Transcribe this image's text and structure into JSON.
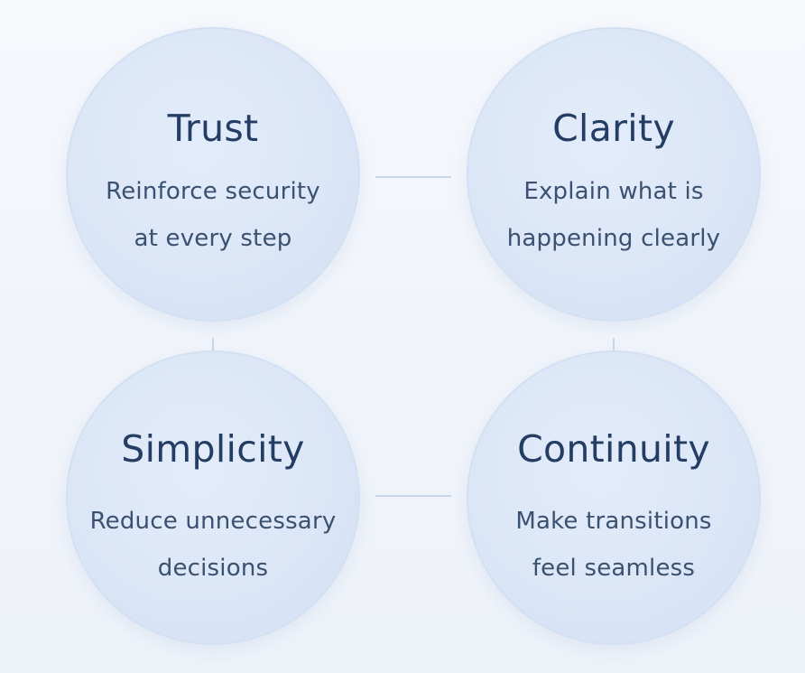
{
  "principles": [
    {
      "title": "Trust",
      "line1": "Reinforce security",
      "line2": "at every step"
    },
    {
      "title": "Clarity",
      "line1": "Explain what is",
      "line2": "happening clearly"
    },
    {
      "title": "Simplicity",
      "line1": "Reduce unnecessary",
      "line2": "decisions"
    },
    {
      "title": "Continuity",
      "line1": "Make transitions",
      "line2": "feel seamless"
    }
  ],
  "colors": {
    "title": "#243d63",
    "description": "#3b5170",
    "circle_fill": "#dbe6f7",
    "connector": "#c9d6ea",
    "background": "#f3f6fb"
  }
}
